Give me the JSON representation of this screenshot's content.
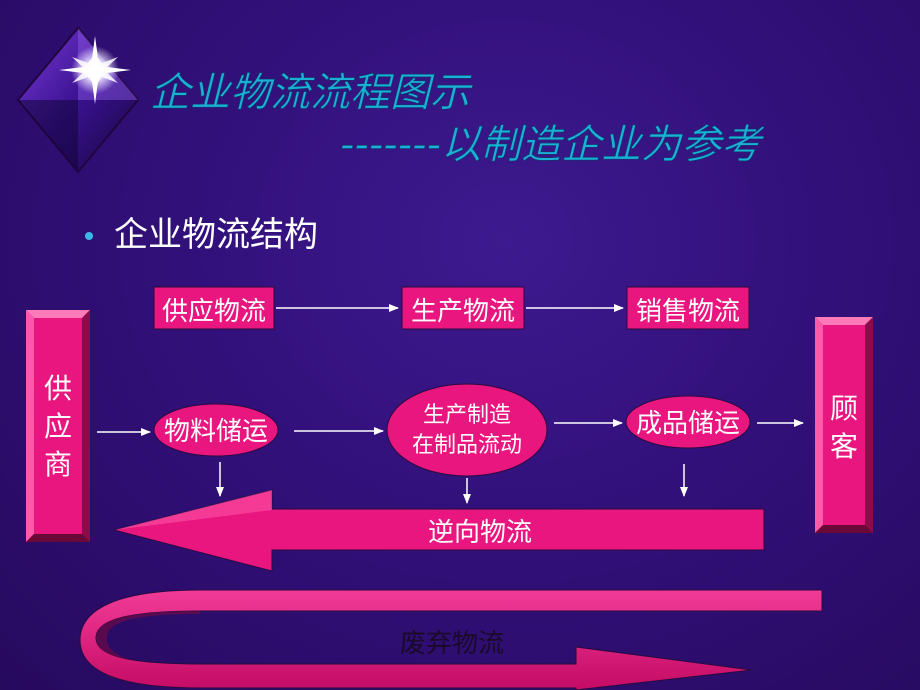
{
  "slide": {
    "title": "企业物流流程图示",
    "subtitle": "-------以制造企业为参考",
    "bullet": "企业物流结构"
  },
  "diagram": {
    "top_row": [
      "供应物流",
      "生产物流",
      "销售物流"
    ],
    "supplier": [
      "供",
      "应",
      "商"
    ],
    "customer": [
      "顾",
      "客"
    ],
    "middle_row": {
      "material": "物料储运",
      "production": [
        "生产制造",
        "在制品流动"
      ],
      "finished": "成品储运"
    },
    "reverse_flow": "逆向物流",
    "waste_flow": "废弃物流"
  },
  "colors": {
    "background": "#32107a",
    "magenta": "#e8167e",
    "title_cyan": "#1ab0d8",
    "bullet_dot": "#3ab8e8"
  }
}
